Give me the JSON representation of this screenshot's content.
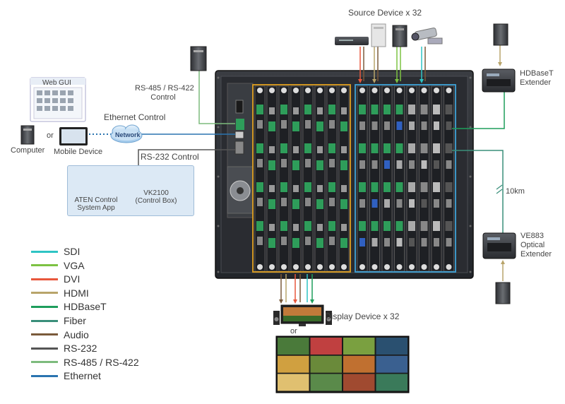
{
  "labels": {
    "source_device": "Source Device x 32",
    "display_device": "Display Device x 32",
    "or_display": "or",
    "web_gui": "Web GUI",
    "computer": "Computer",
    "or_device": "or",
    "mobile_device": "Mobile Device",
    "ethernet_control": "Ethernet Control",
    "network": "Network",
    "rs232_control": "RS-232 Control",
    "rs485_line1": "RS-485 / RS-422",
    "rs485_line2": "Control",
    "app_line1": "ATEN Control",
    "app_line2": "System App",
    "vk_name": "VK2100",
    "vk_sub": "(Control Box)",
    "hdbt_line1": "HDBaseT",
    "hdbt_line2": "Extender",
    "distance": "10km",
    "ve_line1": "VE883",
    "ve_line2": "Optical",
    "ve_line3": "Extender"
  },
  "legend": [
    {
      "label": "SDI",
      "color": "#2ec4c4"
    },
    {
      "label": "VGA",
      "color": "#7cc242"
    },
    {
      "label": "DVI",
      "color": "#e8573c"
    },
    {
      "label": "HDMI",
      "color": "#b8a46a"
    },
    {
      "label": "HDBaseT",
      "color": "#1e9e5c"
    },
    {
      "label": "Fiber",
      "color": "#3a8f7a"
    },
    {
      "label": "Audio",
      "color": "#7a5a3a"
    },
    {
      "label": "RS-232",
      "color": "#555555"
    },
    {
      "label": "RS-485 / RS-422",
      "color": "#7dbb7d"
    },
    {
      "label": "Ethernet",
      "color": "#2a74b0"
    }
  ]
}
